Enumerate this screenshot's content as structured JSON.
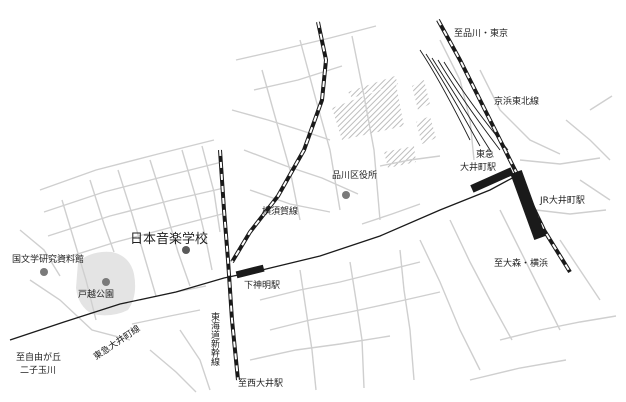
{
  "map": {
    "landmarks": {
      "school": "日本音楽学校",
      "library": "国文学研究資料館",
      "park": "戸越公園",
      "ward_office": "品川区役所"
    },
    "stations": {
      "shimoshinmei": "下神明駅",
      "tokyu_oimachi_line1": "東急",
      "tokyu_oimachi_line2": "大井町駅",
      "jr_oimachi": "JR大井町駅"
    },
    "lines": {
      "yokosuka": "横須賀線",
      "keihin_tohoku": "京浜東北線",
      "tokyu_oimachi": "東急大井町線",
      "tokaido_shinkansen": "東海道新幹線"
    },
    "directions": {
      "to_shinagawa_tokyo": "至品川・東京",
      "to_omori_yokohama": "至大森・横浜",
      "to_nishioi": "至西大井駅",
      "to_jiyugaoka_line1": "至自由が丘",
      "to_jiyugaoka_line2": "二子玉川"
    },
    "colors": {
      "railway": "#1a1a1a",
      "road": "#cfcfcf",
      "poi_marker": "#7a7a7a",
      "park_fill": "#e4e4e4"
    }
  }
}
